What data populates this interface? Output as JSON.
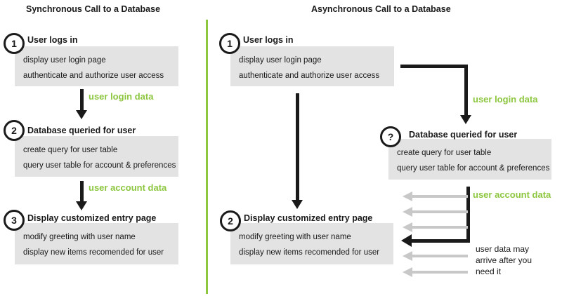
{
  "diagram": {
    "left": {
      "title": "Synchronous Call to a Database",
      "steps": [
        {
          "badge": "1",
          "heading": "User logs in",
          "lines": [
            "display user login page",
            "authenticate and authorize user access"
          ]
        },
        {
          "badge": "2",
          "heading": "Database queried for user",
          "lines": [
            "create query for user table",
            "query user table for account & preferences"
          ]
        },
        {
          "badge": "3",
          "heading": "Display customized entry page",
          "lines": [
            "modify greeting with user name",
            "display new items recomended for user"
          ]
        }
      ],
      "flow_labels": [
        "user login data",
        "user account data"
      ]
    },
    "right": {
      "title": "Asynchronous Call to a Database",
      "steps": [
        {
          "badge": "1",
          "heading": "User logs in",
          "lines": [
            "display user login page",
            "authenticate and authorize user access"
          ]
        },
        {
          "badge": "?",
          "heading": "Database queried for user",
          "lines": [
            "create query for user table",
            "query user table for account & preferences"
          ]
        },
        {
          "badge": "2",
          "heading": "Display customized entry page",
          "lines": [
            "modify greeting with user name",
            "display new items recomended for user"
          ]
        }
      ],
      "flow_labels": [
        "user login data",
        "user account data"
      ],
      "note_lines": [
        "user data may",
        "arrive after you",
        "need it"
      ]
    }
  },
  "colors": {
    "green": "#8DC63F",
    "box_gray": "#E3E3E3",
    "arrow_gray": "#C8C8C8",
    "text_black": "#1A1A1A"
  }
}
